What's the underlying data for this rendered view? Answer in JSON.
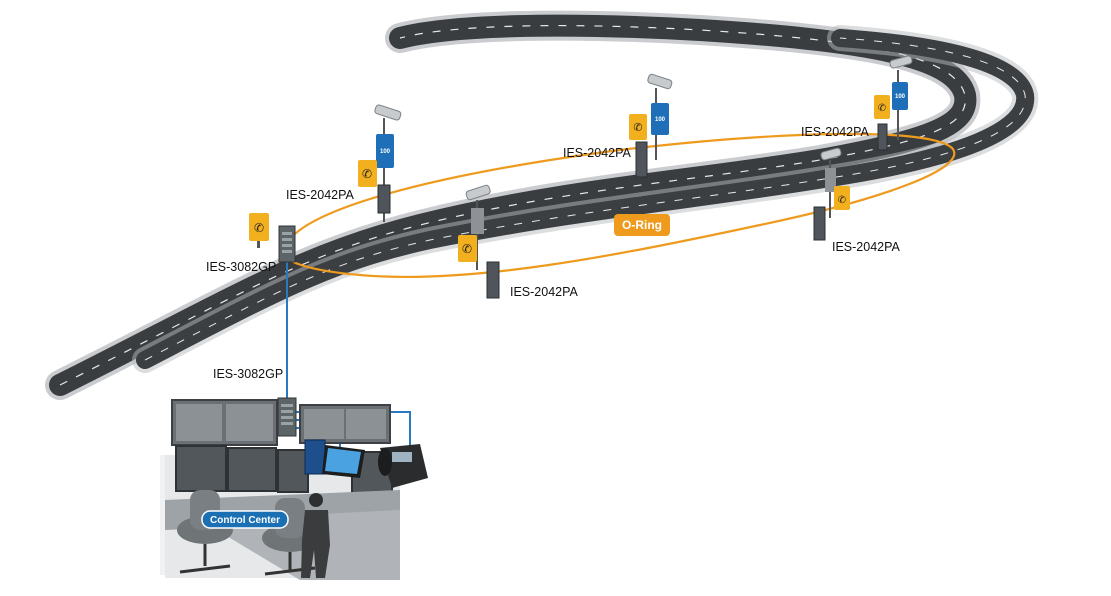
{
  "colors": {
    "ring": "#ED9A1D",
    "uplink": "#2A78C2",
    "phone_box": "#F2B01E",
    "sign_blue": "#1E6FB8",
    "road": "#3A3D40",
    "badge_bg": "#1B6FB3"
  },
  "labels": {
    "ies2042_left": "IES-2042PA",
    "ies3082_top": "IES-3082GP",
    "ies2042_mid": "IES-2042PA",
    "ies2042_center": "IES-2042PA",
    "ies2042_right_top": "IES-2042PA",
    "ies2042_right_bottom": "IES-2042PA",
    "ies3082_control": "IES-3082GP",
    "oring": "O-Ring",
    "control_center": "Control Center",
    "sign_text": "100"
  },
  "icons": [
    "cctv-camera-icon",
    "emergency-phone-icon",
    "speed-sign-icon",
    "industrial-switch-icon",
    "ip-phone-icon",
    "desktop-pc-icon",
    "operator-icon"
  ]
}
